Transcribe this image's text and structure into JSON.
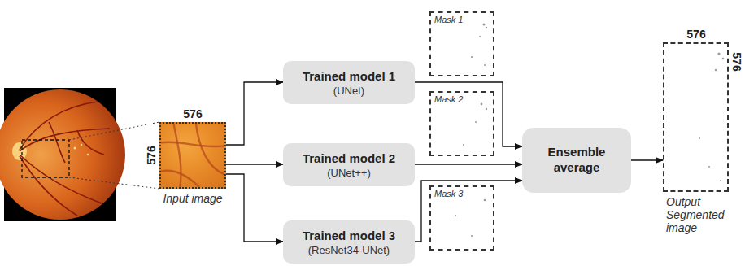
{
  "diagram": {
    "nodes": [
      {
        "text": [
          "Input image"
        ]
      },
      {
        "text": [
          "Trained model 1",
          "(UNet)"
        ]
      },
      {
        "text": [
          "Trained model 2",
          "(UNet++)"
        ]
      },
      {
        "text": [
          "Trained model 3",
          "(ResNet34-UNet)"
        ]
      },
      {
        "text": [
          "Mask 1"
        ]
      },
      {
        "text": [
          "Mask 2"
        ]
      },
      {
        "text": [
          "Mask 3"
        ]
      },
      {
        "text": [
          "Ensemble average"
        ]
      },
      {
        "text": [
          "Output Segmented image"
        ]
      }
    ],
    "edges": [
      {
        "from": 0,
        "to": 1,
        "arrow": "to"
      },
      {
        "from": 0,
        "to": 2,
        "arrow": "to"
      },
      {
        "from": 0,
        "to": 3,
        "arrow": "to"
      },
      {
        "from": 1,
        "to": 7,
        "arrow": "to"
      },
      {
        "from": 2,
        "to": 7,
        "arrow": "to"
      },
      {
        "from": 3,
        "to": 7,
        "arrow": "to"
      },
      {
        "from": 7,
        "to": 8,
        "arrow": "to"
      }
    ],
    "labels": [
      "576",
      "576",
      "576",
      "576"
    ]
  }
}
